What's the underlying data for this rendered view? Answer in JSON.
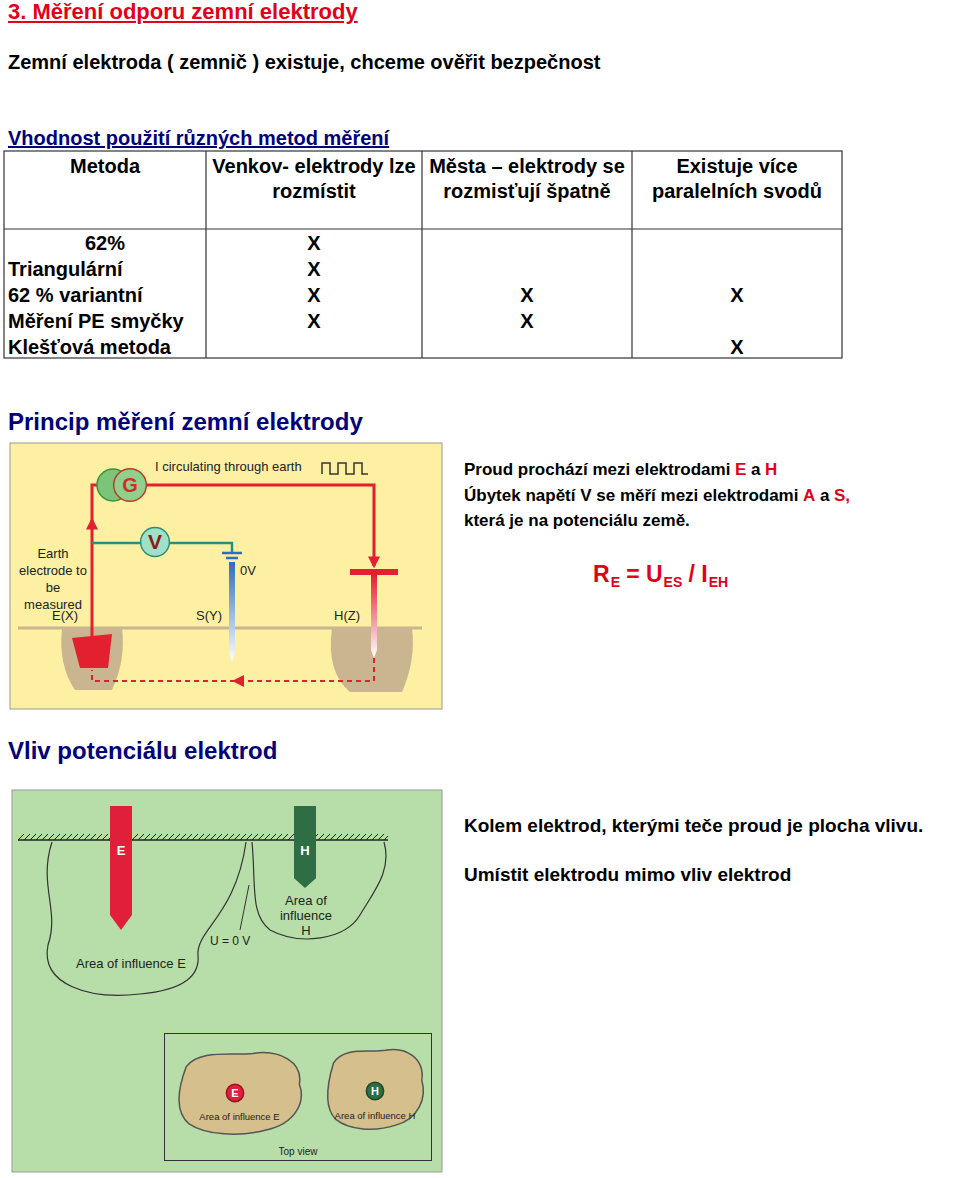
{
  "diagram": {
    "title": "3. Měření odporu zemní elektrody",
    "nodes": [
      {
        "text": [
          "G"
        ]
      },
      {
        "text": [
          "V"
        ]
      },
      {
        "text": [
          "E"
        ]
      },
      {
        "text": [
          "H"
        ]
      },
      {
        "text": [
          "Top view"
        ]
      },
      {
        "text": [
          "Area of influence E"
        ],
        "in": 4
      },
      {
        "text": [
          "E"
        ],
        "in": 5
      },
      {
        "text": [
          "Area of influence H"
        ],
        "in": 4
      },
      {
        "text": [
          "H"
        ],
        "in": 7
      }
    ],
    "labels": [
      "Zemní elektroda ( zemnič ) existuje, chceme ověřit bezpečnost",
      "Vhodnost použití různých metod měření",
      "Metoda",
      "Venkov- elektrody lze rozmístit",
      "Města – elektrody se rozmisťují špatně",
      "Existuje více paralelních svodů",
      "62%",
      "X",
      "Triangulární",
      "X",
      "62 % variantní",
      "X",
      "X",
      "X",
      "Měření PE smyčky",
      "X",
      "X",
      "Klešťová metoda",
      "X",
      "Princip měření zemní elektrody",
      "I circulating through earth",
      "Earth electrode to be measured",
      "E(X)",
      "0V",
      "S(Y)",
      "H(Z)",
      "Proud prochází mezi elektrodami",
      "E",
      "a",
      "H",
      "Úbytek napětí V se měří mezi elektrodami",
      "A",
      "a",
      "S,",
      "která je na potenciálu země.",
      "R",
      "E",
      "= U",
      "ES",
      "/ I",
      "EH",
      "Vliv potenciálu elektrod",
      "Area of influence H",
      "U = 0 V",
      "Area of influence E",
      "Kolem elektrod, kterými teče proud je plocha vlivu.",
      "Umístit elektrodu mimo vliv elektrod"
    ]
  }
}
